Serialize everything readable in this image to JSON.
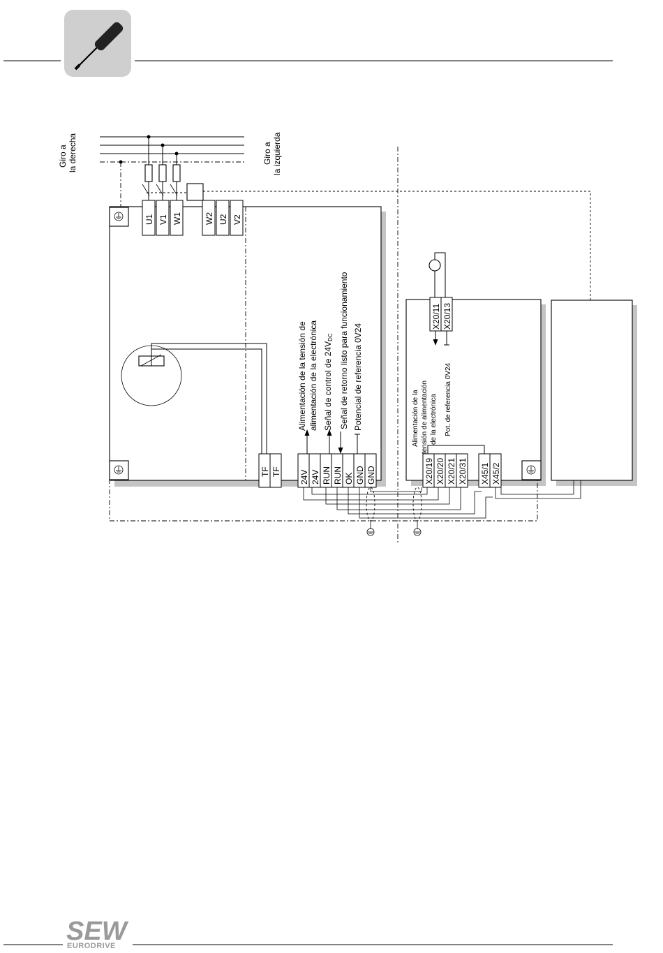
{
  "labels": {
    "rot_right": [
      "Giro a",
      "la derecha"
    ],
    "rot_left": [
      "Giro a",
      "la izquierda"
    ],
    "motor_terminals": [
      "U1",
      "V1",
      "W1",
      "W2",
      "U2",
      "V2"
    ],
    "tf_terminals": [
      "TF",
      "TF"
    ],
    "control_terminals": [
      "24V",
      "24V",
      "RUN",
      "RUN",
      "OK",
      "GND",
      "GND"
    ],
    "signal_descriptions": [
      "Alimentación de la tensión de",
      "alimentación de la electrónica",
      "Señal de control de 24V",
      "DC",
      "Señal de retorno listo para funcionamiento",
      "Potencial de referencia 0V24"
    ],
    "drive_terminals": [
      "X20/19",
      "X20/20",
      "X20/21",
      "X20/31"
    ],
    "drive_top_terminals": [
      "X20/11",
      "X20/13"
    ],
    "drive_supply_text": [
      "Alimentación de la",
      "tensión de alimentación",
      "de la electrónica",
      "Pot. de referencia 0V24"
    ],
    "x45_terminals": [
      "X45/1",
      "X45/2"
    ]
  },
  "logo": {
    "brand": "SEW",
    "sub": "EURODRIVE"
  },
  "colors": {
    "logo_gray": "#9a9a9a",
    "icon_bg": "#cfcfcf",
    "handle": "#222222"
  }
}
